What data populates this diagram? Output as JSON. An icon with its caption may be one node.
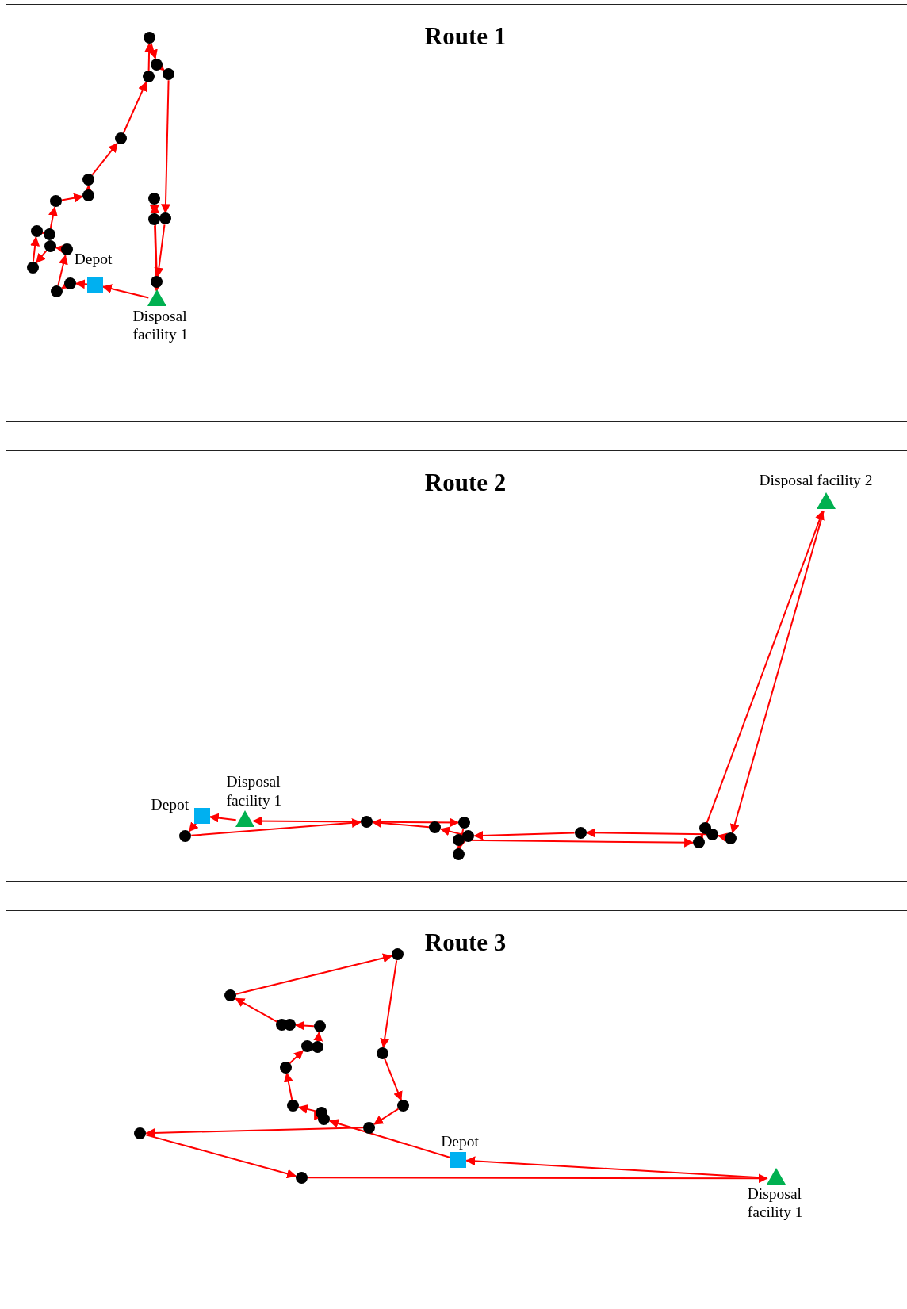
{
  "diagram": {
    "nodes": [
      {
        "text": [
          "Route 1"
        ]
      },
      {
        "text": [],
        "shape": "box",
        "in": 0,
        "beside": [
          "Depot"
        ]
      },
      {
        "text": [],
        "shape": "triangle",
        "in": 0,
        "beside": [
          "Disposal facility 1"
        ]
      },
      {
        "text": [],
        "shape": "circle",
        "in": 0
      },
      {
        "text": [],
        "shape": "circle",
        "in": 0
      },
      {
        "text": [],
        "shape": "circle",
        "in": 0
      },
      {
        "text": [],
        "shape": "circle",
        "in": 0
      },
      {
        "text": [],
        "shape": "circle",
        "in": 0
      },
      {
        "text": [],
        "shape": "circle",
        "in": 0
      },
      {
        "text": [],
        "shape": "circle",
        "in": 0
      },
      {
        "text": [],
        "shape": "circle",
        "in": 0
      },
      {
        "text": [],
        "shape": "circle",
        "in": 0
      },
      {
        "text": [],
        "shape": "circle",
        "in": 0
      },
      {
        "text": [],
        "shape": "circle",
        "in": 0
      },
      {
        "text": [],
        "shape": "circle",
        "in": 0
      },
      {
        "text": [],
        "shape": "circle",
        "in": 0
      },
      {
        "text": [],
        "shape": "circle",
        "in": 0
      },
      {
        "text": [],
        "shape": "circle",
        "in": 0
      },
      {
        "text": [],
        "shape": "circle",
        "in": 0
      },
      {
        "text": [],
        "shape": "circle",
        "in": 0
      },
      {
        "text": [],
        "shape": "circle",
        "in": 0
      },
      {
        "text": [],
        "shape": "circle",
        "in": 0
      },
      {
        "text": [
          "Route 2"
        ]
      },
      {
        "text": [],
        "shape": "box",
        "in": 22,
        "beside": [
          "Depot"
        ]
      },
      {
        "text": [],
        "shape": "triangle",
        "in": 22,
        "beside": [
          "Disposal facility 1"
        ]
      },
      {
        "text": [],
        "shape": "triangle",
        "in": 22,
        "beside": [
          "Disposal facility 2"
        ]
      },
      {
        "text": [],
        "shape": "circle",
        "in": 22
      },
      {
        "text": [],
        "shape": "circle",
        "in": 22
      },
      {
        "text": [],
        "shape": "circle",
        "in": 22
      },
      {
        "text": [],
        "shape": "circle",
        "in": 22
      },
      {
        "text": [],
        "shape": "circle",
        "in": 22
      },
      {
        "text": [],
        "shape": "circle",
        "in": 22
      },
      {
        "text": [],
        "shape": "circle",
        "in": 22
      },
      {
        "text": [],
        "shape": "circle",
        "in": 22
      },
      {
        "text": [],
        "shape": "circle",
        "in": 22
      },
      {
        "text": [],
        "shape": "circle",
        "in": 22
      },
      {
        "text": [],
        "shape": "circle",
        "in": 22
      },
      {
        "text": [],
        "shape": "circle",
        "in": 22
      },
      {
        "text": [
          "Route 3"
        ]
      },
      {
        "text": [],
        "shape": "box",
        "in": 38,
        "beside": [
          "Depot"
        ]
      },
      {
        "text": [],
        "shape": "triangle",
        "in": 38,
        "beside": [
          "Disposal facility 1"
        ]
      },
      {
        "text": [],
        "shape": "circle",
        "in": 38
      },
      {
        "text": [],
        "shape": "circle",
        "in": 38
      },
      {
        "text": [],
        "shape": "circle",
        "in": 38
      },
      {
        "text": [],
        "shape": "circle",
        "in": 38
      },
      {
        "text": [],
        "shape": "circle",
        "in": 38
      },
      {
        "text": [],
        "shape": "circle",
        "in": 38
      },
      {
        "text": [],
        "shape": "circle",
        "in": 38
      },
      {
        "text": [],
        "shape": "circle",
        "in": 38
      },
      {
        "text": [],
        "shape": "circle",
        "in": 38
      },
      {
        "text": [],
        "shape": "circle",
        "in": 38
      },
      {
        "text": [],
        "shape": "circle",
        "in": 38
      },
      {
        "text": [],
        "shape": "circle",
        "in": 38
      },
      {
        "text": [],
        "shape": "circle",
        "in": 38
      },
      {
        "text": [],
        "shape": "circle",
        "in": 38
      },
      {
        "text": [],
        "shape": "circle",
        "in": 38
      },
      {
        "text": [],
        "shape": "circle",
        "in": 38
      }
    ],
    "edges": [
      {
        "from": 1,
        "to": 3,
        "arrow": "to"
      },
      {
        "from": 3,
        "to": 4,
        "arrow": "to"
      },
      {
        "from": 4,
        "to": 5,
        "arrow": "to"
      },
      {
        "from": 5,
        "to": 6,
        "arrow": "to"
      },
      {
        "from": 6,
        "to": 7,
        "arrow": "to"
      },
      {
        "from": 7,
        "to": 8,
        "arrow": "to"
      },
      {
        "from": 8,
        "to": 9,
        "arrow": "to"
      },
      {
        "from": 9,
        "to": 10,
        "arrow": "to"
      },
      {
        "from": 10,
        "to": 11,
        "arrow": "to"
      },
      {
        "from": 11,
        "to": 12,
        "arrow": "to"
      },
      {
        "from": 12,
        "to": 13,
        "arrow": "to"
      },
      {
        "from": 13,
        "to": 14,
        "arrow": "to"
      },
      {
        "from": 14,
        "to": 15,
        "arrow": "to"
      },
      {
        "from": 15,
        "to": 16,
        "arrow": "to"
      },
      {
        "from": 16,
        "to": 17,
        "arrow": "to"
      },
      {
        "from": 17,
        "to": 18,
        "arrow": "to"
      },
      {
        "from": 18,
        "to": 19,
        "arrow": "to"
      },
      {
        "from": 19,
        "to": 21,
        "arrow": "to"
      },
      {
        "from": 21,
        "to": 20,
        "arrow": "to"
      },
      {
        "from": 20,
        "to": 2,
        "arrow": "to"
      },
      {
        "from": 2,
        "to": 1,
        "arrow": "to"
      },
      {
        "from": 23,
        "to": 26,
        "arrow": "to"
      },
      {
        "from": 26,
        "to": 27,
        "arrow": "to"
      },
      {
        "from": 27,
        "to": 29,
        "arrow": "to"
      },
      {
        "from": 29,
        "to": 31,
        "arrow": "to"
      },
      {
        "from": 31,
        "to": 32,
        "arrow": "to"
      },
      {
        "from": 32,
        "to": 35,
        "arrow": "to"
      },
      {
        "from": 35,
        "to": 34,
        "arrow": "to"
      },
      {
        "from": 34,
        "to": 25,
        "arrow": "to"
      },
      {
        "from": 25,
        "to": 37,
        "arrow": "to"
      },
      {
        "from": 37,
        "to": 36,
        "arrow": "to"
      },
      {
        "from": 36,
        "to": 33,
        "arrow": "to"
      },
      {
        "from": 33,
        "to": 30,
        "arrow": "to"
      },
      {
        "from": 30,
        "to": 28,
        "arrow": "to"
      },
      {
        "from": 28,
        "to": 27,
        "arrow": "to"
      },
      {
        "from": 27,
        "to": 24,
        "arrow": "to"
      },
      {
        "from": 24,
        "to": 23,
        "arrow": "to"
      },
      {
        "from": 39,
        "to": 51,
        "arrow": "to"
      },
      {
        "from": 51,
        "to": 50,
        "arrow": "to"
      },
      {
        "from": 50,
        "to": 49,
        "arrow": "to"
      },
      {
        "from": 49,
        "to": 48,
        "arrow": "to"
      },
      {
        "from": 48,
        "to": 46,
        "arrow": "to"
      },
      {
        "from": 47,
        "to": 45,
        "arrow": "to"
      },
      {
        "from": 45,
        "to": 44,
        "arrow": "to"
      },
      {
        "from": 44,
        "to": 43,
        "arrow": "to"
      },
      {
        "from": 43,
        "to": 42,
        "arrow": "to"
      },
      {
        "from": 42,
        "to": 41,
        "arrow": "to"
      },
      {
        "from": 41,
        "to": 54,
        "arrow": "to"
      },
      {
        "from": 54,
        "to": 53,
        "arrow": "to"
      },
      {
        "from": 53,
        "to": 52,
        "arrow": "to"
      },
      {
        "from": 52,
        "to": 55,
        "arrow": "to"
      },
      {
        "from": 55,
        "to": 56,
        "arrow": "to"
      },
      {
        "from": 56,
        "to": 40,
        "arrow": "to"
      },
      {
        "from": 40,
        "to": 39,
        "arrow": "to"
      }
    ]
  }
}
